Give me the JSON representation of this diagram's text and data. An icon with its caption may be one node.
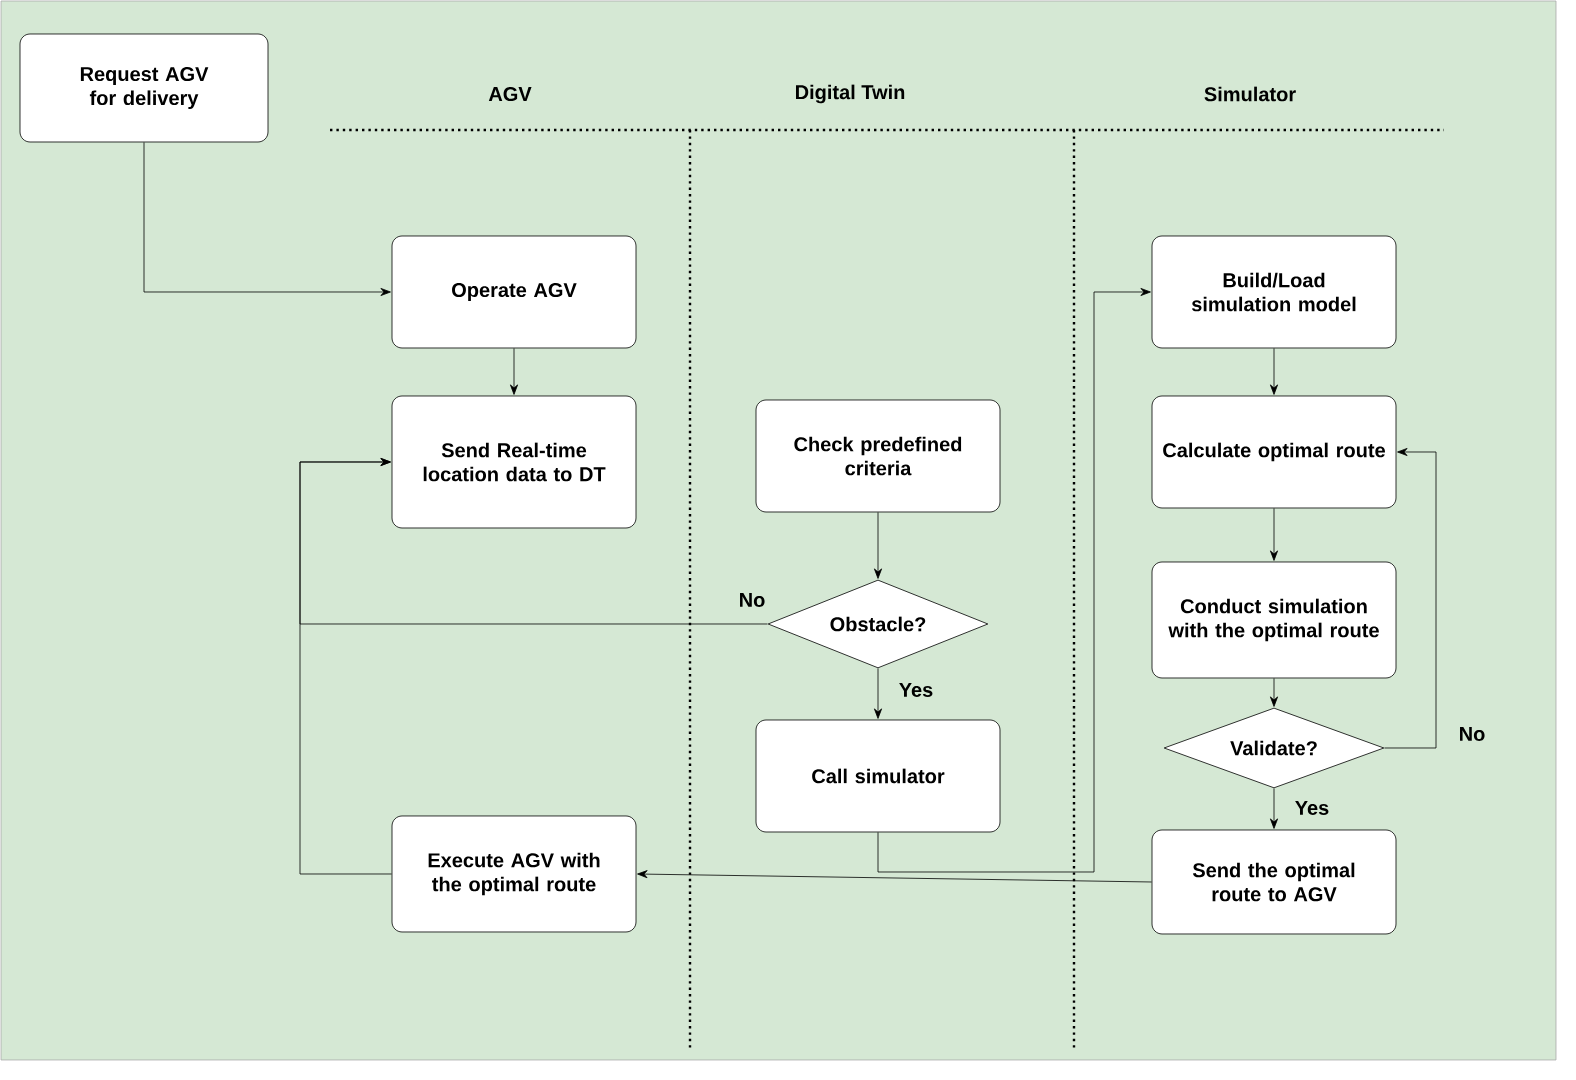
{
  "diagram": {
    "nodes": [
      {
        "text": [
          "Request AGV for delivery"
        ]
      },
      {
        "text": [
          "Operate AGV"
        ]
      },
      {
        "text": [
          "Send Real-time location data to DT"
        ]
      },
      {
        "text": [
          "Check predefined criteria"
        ]
      },
      {
        "text": [
          "Obstacle?"
        ]
      },
      {
        "text": [
          "Call simulator"
        ]
      },
      {
        "text": [
          "Execute AGV with the optimal route"
        ]
      },
      {
        "text": [
          "Build/Load simulation model"
        ]
      },
      {
        "text": [
          "Calculate optimal route"
        ]
      },
      {
        "text": [
          "Conduct simulation with the optimal route"
        ]
      },
      {
        "text": [
          "Validate?"
        ]
      },
      {
        "text": [
          "Send the optimal route to AGV"
        ]
      }
    ],
    "edges": [
      {
        "from": 0,
        "to": 1,
        "arrow": "to"
      },
      {
        "from": 1,
        "to": 2,
        "arrow": "to"
      },
      {
        "from": 3,
        "to": 4,
        "arrow": "to"
      },
      {
        "from": 4,
        "to": 2,
        "arrow": "to",
        "label": "No"
      },
      {
        "from": 4,
        "to": 5,
        "arrow": "to",
        "label": "Yes"
      },
      {
        "from": 5,
        "to": 7,
        "arrow": "to"
      },
      {
        "from": 7,
        "to": 8,
        "arrow": "to"
      },
      {
        "from": 8,
        "to": 9,
        "arrow": "to"
      },
      {
        "from": 9,
        "to": 10,
        "arrow": "to"
      },
      {
        "from": 10,
        "to": 8,
        "arrow": "to",
        "label": "No"
      },
      {
        "from": 10,
        "to": 11,
        "arrow": "to",
        "label": "Yes"
      },
      {
        "from": 11,
        "to": 6,
        "arrow": "to"
      },
      {
        "from": 6,
        "to": 2,
        "arrow": "to"
      }
    ],
    "labels": [
      "AGV",
      "Digital Twin",
      "Simulator"
    ]
  }
}
